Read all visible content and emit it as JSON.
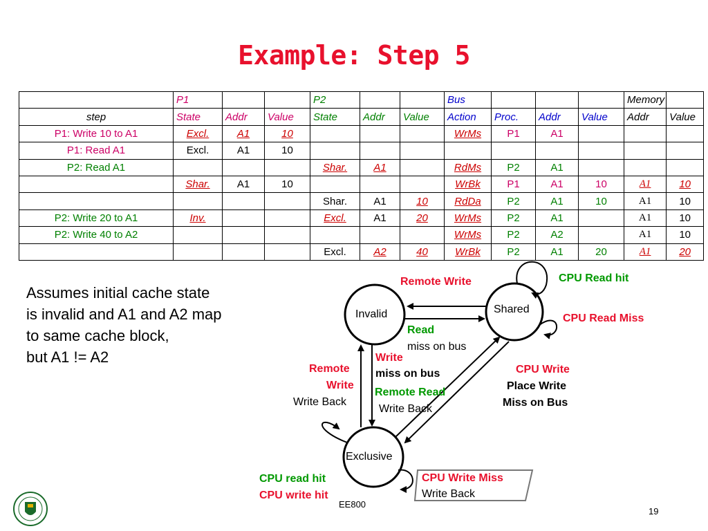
{
  "title": "Example: Step 5",
  "table": {
    "group_row": [
      "",
      "P1",
      "",
      "",
      "P2",
      "",
      "",
      "Bus",
      "",
      "",
      "",
      "Memory",
      ""
    ],
    "header_row": [
      "step",
      "State",
      "Addr",
      "Value",
      "State",
      "Addr",
      "Value",
      "Action",
      "Proc.",
      "Addr",
      "Value",
      "Addr",
      "Value"
    ],
    "rows": [
      [
        "P1: Write 10 to A1",
        "Excl.",
        "A1",
        "10",
        "",
        "",
        "",
        "WrMs",
        "P1",
        "A1",
        "",
        "",
        ""
      ],
      [
        "P1: Read A1",
        "Excl.",
        "A1",
        "10",
        "",
        "",
        "",
        "",
        "",
        "",
        "",
        "",
        ""
      ],
      [
        "P2: Read A1",
        "",
        "",
        "",
        "Shar.",
        "A1",
        "",
        "RdMs",
        "P2",
        "A1",
        "",
        "",
        ""
      ],
      [
        "",
        "Shar.",
        "A1",
        "10",
        "",
        "",
        "",
        "WrBk",
        "P1",
        "A1",
        "10",
        "A1",
        "10"
      ],
      [
        "",
        "",
        "",
        "",
        "Shar.",
        "A1",
        "10",
        "RdDa",
        "P2",
        "A1",
        "10",
        "A1",
        "10"
      ],
      [
        "P2: Write 20 to A1",
        "Inv.",
        "",
        "",
        "Excl.",
        "A1",
        "20",
        "WrMs",
        "P2",
        "A1",
        "",
        "A1",
        "10"
      ],
      [
        "P2: Write 40 to A2",
        "",
        "",
        "",
        "",
        "",
        "",
        "WrMs",
        "P2",
        "A2",
        "",
        "A1",
        "10"
      ],
      [
        "",
        "",
        "",
        "",
        "Excl.",
        "A2",
        "40",
        "WrBk",
        "P2",
        "A1",
        "20",
        "A1",
        "20"
      ]
    ]
  },
  "note": {
    "lines": [
      "Assumes initial cache state",
      "is invalid and A1 and A2 map",
      "to same cache block,",
      "but A1 !=  A2"
    ]
  },
  "diagram": {
    "states": {
      "invalid": "Invalid",
      "shared": "Shared",
      "exclusive": "Exclusive"
    },
    "labels": {
      "remote_write_top": "Remote Write",
      "cpu_read_hit": "CPU Read hit",
      "cpu_read_miss": "CPU Read Miss",
      "read": "Read",
      "miss_on_bus": "miss on bus",
      "write": "Write",
      "write_miss_on_bus": "miss on bus",
      "remote_write_left_1": "Remote",
      "remote_write_left_2": "Write",
      "write_back_left": "Write Back",
      "remote_read": "Remote Read",
      "write_back_mid": "Write Back",
      "cpu_write": "CPU Write",
      "place_write": "Place Write",
      "miss_on_bus_right": "Miss on Bus",
      "cpu_read_hit_bottom": "CPU read hit",
      "cpu_write_hit": "CPU write hit",
      "cpu_write_miss": "CPU Write Miss",
      "write_back_bottom": "Write Back"
    }
  },
  "footer": {
    "course": "EE800",
    "page": "19"
  },
  "colors": {
    "title": "#e8112d",
    "red": "#e8112d",
    "green": "#009900",
    "magenta": "#cc0066",
    "blue": "#0000cc"
  }
}
